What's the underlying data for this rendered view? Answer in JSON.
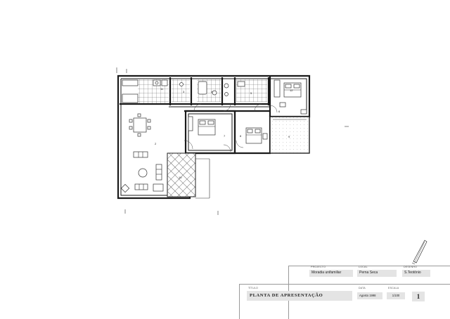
{
  "plan": {
    "room_numbers": [
      "2",
      "3",
      "4",
      "5",
      "6",
      "7",
      "8",
      "9",
      "10",
      "11",
      "12"
    ]
  },
  "titleblock": {
    "projecto_caption": "PROJECTO",
    "projecto_value": "Moradia unifamiliar",
    "local_caption": "LOCAL",
    "local_value": "Perna Seca",
    "desenho_caption": "DESENHO",
    "desenho_value": "S.Teotónio",
    "titulo_caption": "TÍTULO",
    "titulo_value": "PLANTA DE APRESENTAÇÃO",
    "data_caption": "DATA",
    "data_value": "Agosto 1998",
    "escala_caption": "ESCALA",
    "escala_value": "1/100",
    "sheet_number": "1"
  }
}
